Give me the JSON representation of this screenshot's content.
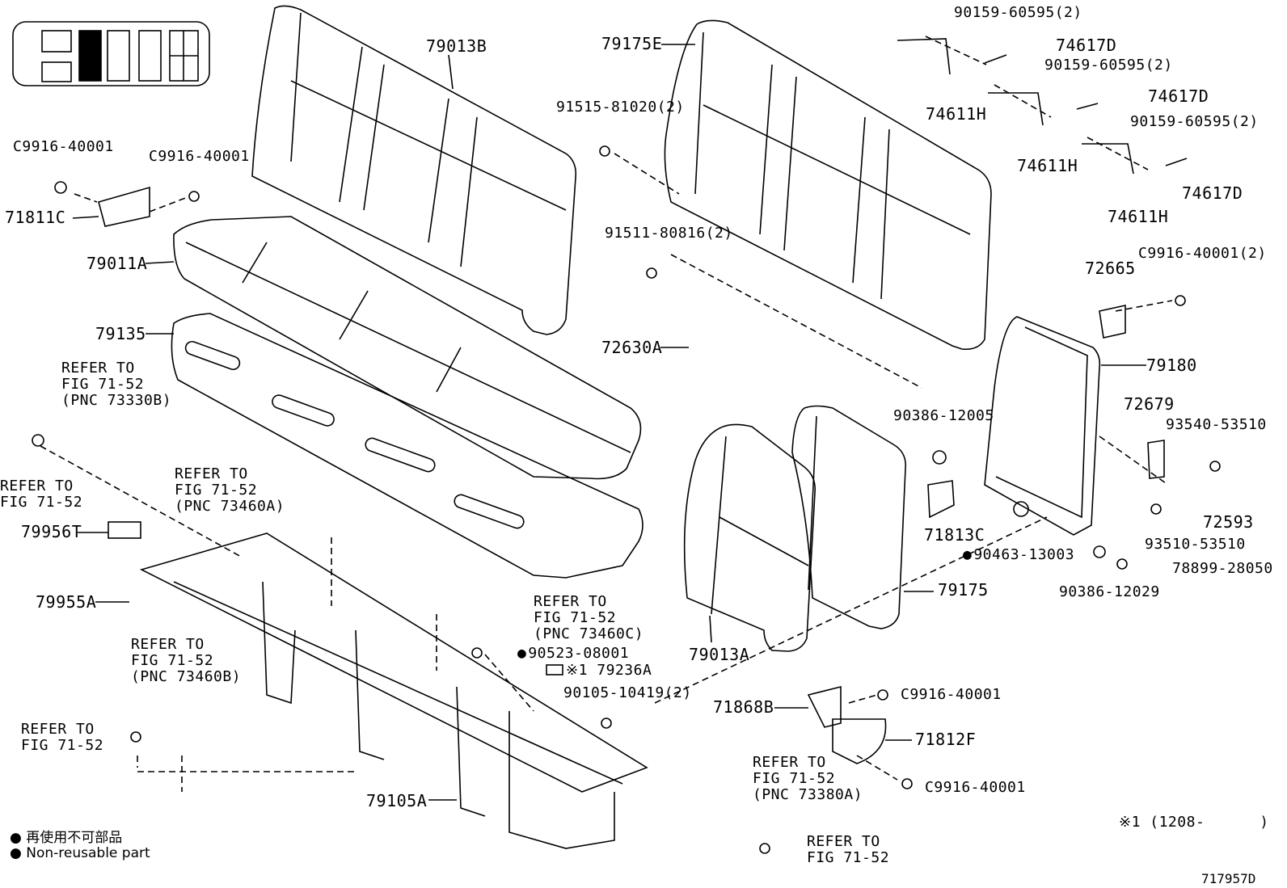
{
  "figure_code": "717957D",
  "legend": {
    "jp": "再使用不可部品",
    "en": "Non-reusable part"
  },
  "labels": {
    "p79013B": "79013B",
    "p79175E": "79175E",
    "c9916_a": "C9916-40001",
    "c9916_b": "C9916-40001",
    "p71811C": "71811C",
    "p79011A": "79011A",
    "p79135": "79135",
    "refer_73330b": "REFER TO\nFIG 71-52\n(PNC 73330B)",
    "refer_left": "REFER TO\nFIG 71-52",
    "refer_73460a": "REFER TO\nFIG 71-52\n(PNC 73460A)",
    "p79956T": "79956T",
    "p79955A": "79955A",
    "refer_73460b": "REFER TO\nFIG 71-52\n(PNC 73460B)",
    "refer_bottom_left": "REFER TO\nFIG 71-52",
    "refer_73460c": "REFER TO\nFIG 71-52\n(PNC 73460C)",
    "p90523": "90523-08001",
    "p79236A": "※1 79236A",
    "p90105": "90105-10419(2)",
    "p79105A": "79105A",
    "p91515": "91515-81020(2)",
    "p91511": "91511-80816(2)",
    "p72630A": "72630A",
    "p90159_a": "90159-60595(2)",
    "p74617D_a": "74617D",
    "p90159_b": "90159-60595(2)",
    "p74617D_b": "74617D",
    "p74611H_a": "74611H",
    "p90159_c": "90159-60595(2)",
    "p74611H_b": "74611H",
    "p74617D_c": "74617D",
    "p74611H_c": "74611H",
    "c9916_2": "C9916-40001(2)",
    "p72665": "72665",
    "p79180": "79180",
    "p72679": "72679",
    "p90386_a": "90386-12005",
    "p93540": "93540-53510",
    "p72593": "72593",
    "p71813C": "71813C",
    "p93510": "93510-53510",
    "p90463": "90463-13003",
    "p78899": "78899-28050",
    "p79175": "79175",
    "p90386_b": "90386-12029",
    "p79013A": "79013A",
    "c9916_c": "C9916-40001",
    "p71868B": "71868B",
    "p71812F": "71812F",
    "refer_73380a": "REFER TO\nFIG 71-52\n(PNC 73380A)",
    "c9916_d": "C9916-40001",
    "refer_bottom_right": "REFER TO\nFIG 71-52",
    "footnote": "※1 (1208-      )"
  }
}
